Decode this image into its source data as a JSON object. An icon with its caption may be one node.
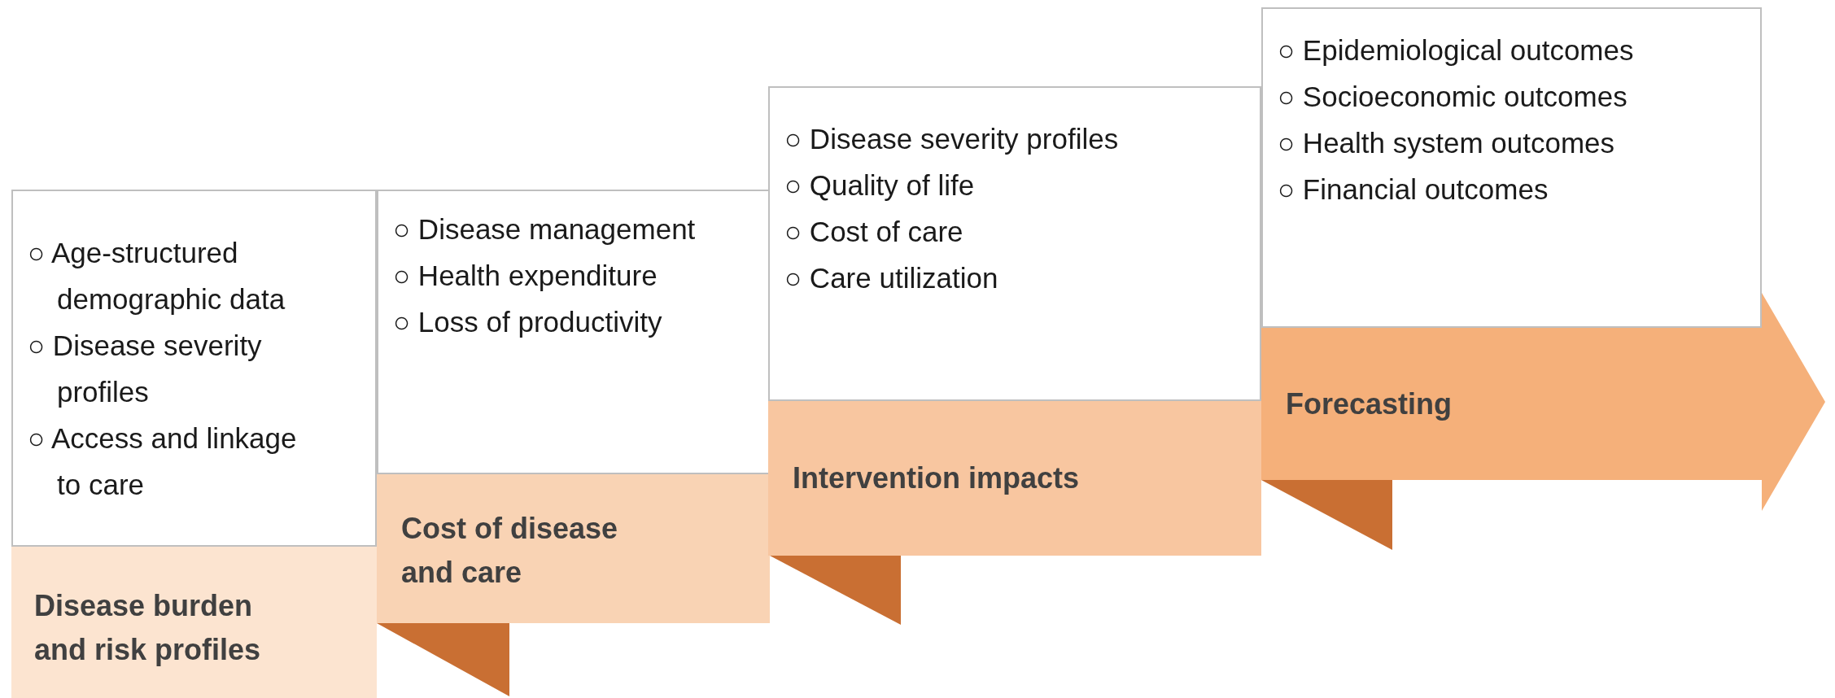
{
  "diagram": {
    "nodes": [
      {
        "text": [
          "○ Age-structured demographic data",
          "○ Disease severity profiles",
          "○ Access and linkage to care"
        ]
      },
      {
        "text": [
          "Disease burden and risk profiles"
        ]
      },
      {
        "text": [
          "○ Disease management",
          "○ Health expenditure",
          "○ Loss of productivity"
        ]
      },
      {
        "text": [
          "Cost of disease and care"
        ]
      },
      {
        "text": [
          "○ Disease severity profiles",
          "○ Quality of life",
          "○ Cost of care",
          "○ Care utilization"
        ]
      },
      {
        "text": [
          "Intervention impacts"
        ]
      },
      {
        "text": [
          "○ Epidemiological outcomes",
          "○ Socioeconomic outcomes",
          "○ Health system outcomes",
          "○ Financial outcomes"
        ]
      },
      {
        "text": [
          "Forecasting"
        ]
      }
    ]
  }
}
